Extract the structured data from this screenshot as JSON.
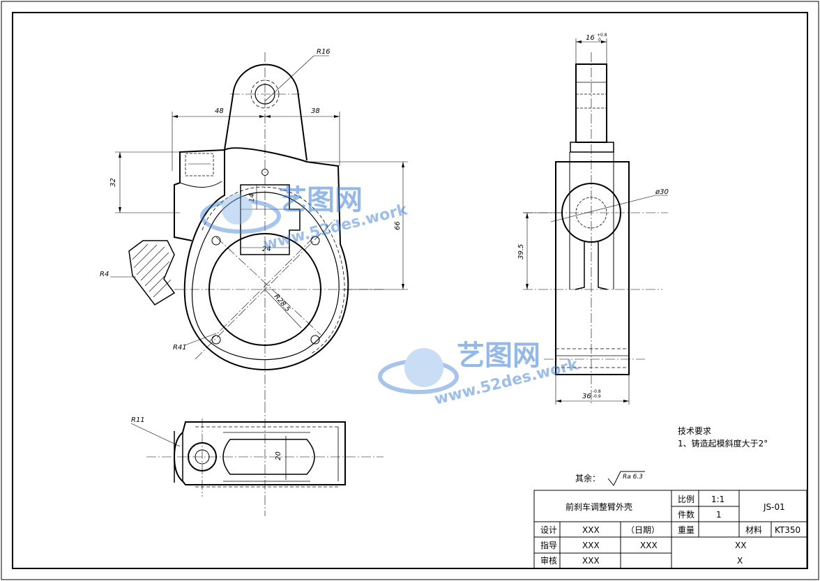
{
  "dimensions": {
    "top_width_48": "48",
    "top_width_38": "38",
    "r16": "R16",
    "h32": "32",
    "h14": "14",
    "w24": "24",
    "h66": "66",
    "r4": "R4",
    "r28_5": "R28.5",
    "r41": "R41",
    "w16": "16",
    "w16_tol_upper": "+0.8",
    "w16_tol_lower": "0",
    "d30": "ø30",
    "h39_5": "39.5",
    "w36": "36",
    "w36_tol_upper": "-0.8",
    "w36_tol_lower": "-0.9",
    "r11": "R11",
    "h20": "20"
  },
  "watermark": {
    "brand": "艺图网",
    "url": "www.52des.work"
  },
  "notes": {
    "heading": "技术要求",
    "item1": "1、铸造起模斜度大于2°",
    "roughness_prefix": "其余：",
    "roughness_value": "Ra 6.3"
  },
  "title_block": {
    "part_name": "前刹车调整臂外壳",
    "scale_label": "比例",
    "scale_value": "1:1",
    "qty_label": "件数",
    "qty_value": "1",
    "drawing_no": "JS-01",
    "weight_label": "重量",
    "material_label": "材料",
    "material_value": "KT350",
    "design_label": "设计",
    "design_name": "XXX",
    "date_label": "（日期）",
    "guide_label": "指导",
    "guide_name": "XXX",
    "guide_date": "XXX",
    "review_label": "审核",
    "review_name": "XXX",
    "company": "XX",
    "class": "X"
  }
}
